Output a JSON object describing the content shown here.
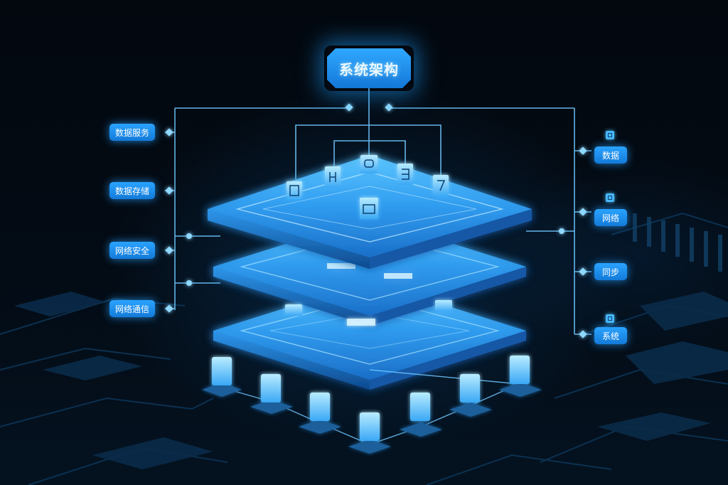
{
  "title": "系统架构",
  "left_tags": [
    "数据服务",
    "数据存储",
    "网络安全",
    "网络通信"
  ],
  "right_tags": [
    "数据",
    "网络",
    "同步",
    "系统"
  ],
  "colors": {
    "background": "#02070d",
    "accent": "#2aa3ff",
    "line": "#6fc7ff",
    "glow": "#38b6ff"
  },
  "icons": [
    "document-icon",
    "server-icon",
    "database-icon",
    "cloud-icon",
    "node-icon"
  ]
}
